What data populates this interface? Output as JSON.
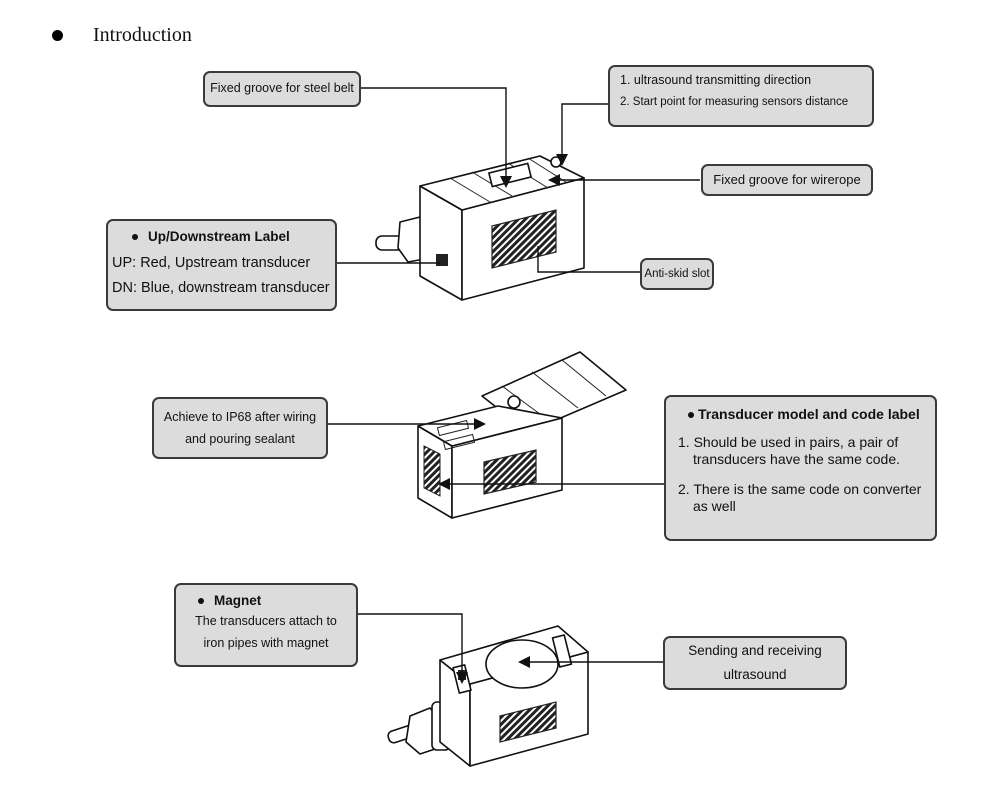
{
  "heading": {
    "bullet_icon": "bullet-icon",
    "title": "Introduction"
  },
  "colors": {
    "callout_fill": "#dcdcdc",
    "callout_border": "#3a3a3a",
    "line": "#111111"
  },
  "figures": {
    "top": {
      "callouts": {
        "steel_belt": "Fixed groove for steel belt",
        "ultrasound_direction": {
          "line1": "1. ultrasound transmitting direction",
          "line2": "2. Start point for measuring sensors distance"
        },
        "wirerope": "Fixed groove for wirerope",
        "updown_label": {
          "title": "Up/Downstream Label",
          "line1": "UP: Red, Upstream transducer",
          "line2": "DN: Blue, downstream transducer"
        },
        "anti_skid": "Anti-skid slot"
      }
    },
    "middle": {
      "callouts": {
        "ip68": {
          "line1": "Achieve to IP68 after wiring",
          "line2": "and pouring sealant"
        },
        "code_label": {
          "title": "Transducer model and code label",
          "item1_a": "1. Should be used in pairs, a pair of",
          "item1_b": "transducers have the same code.",
          "item2_a": "2. There is the same code on converter",
          "item2_b": "as well"
        }
      }
    },
    "bottom": {
      "callouts": {
        "magnet": {
          "title": "Magnet",
          "line1": "The transducers attach to",
          "line2": "iron pipes with magnet"
        },
        "sending": {
          "line1": "Sending and receiving",
          "line2": "ultrasound"
        }
      }
    }
  }
}
